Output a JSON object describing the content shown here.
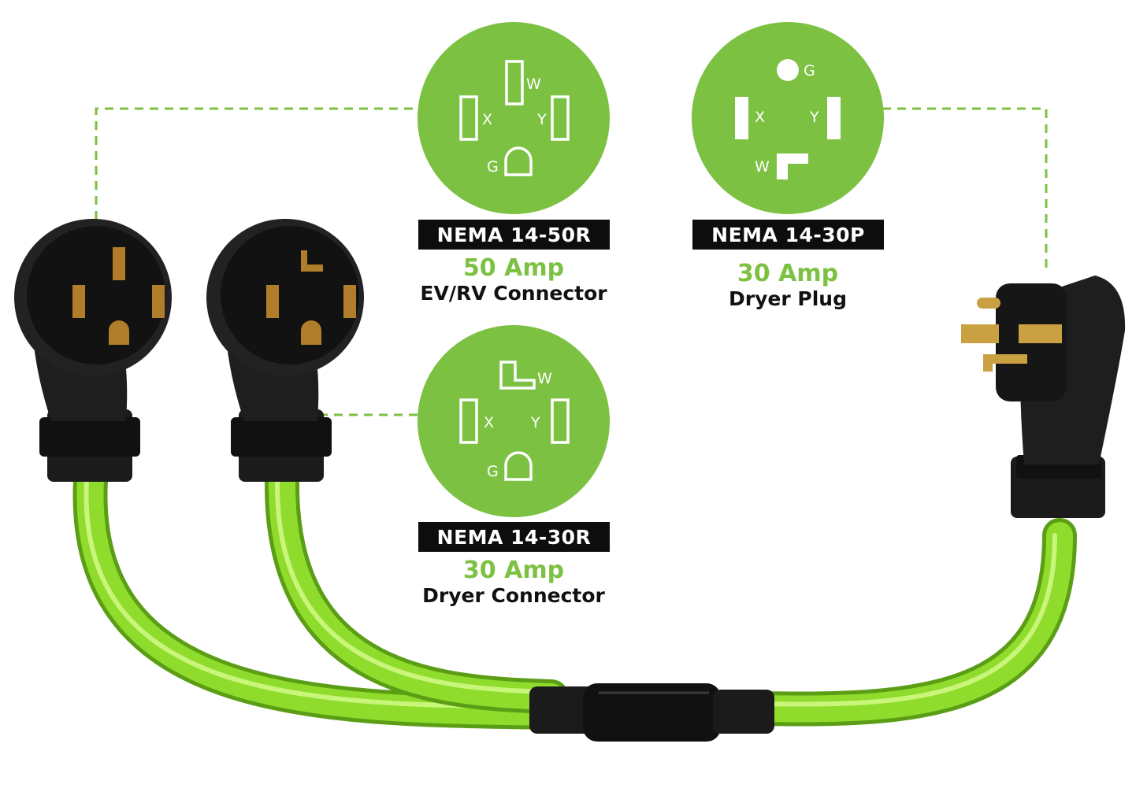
{
  "colors": {
    "accent_green": "#7cc142",
    "cable_green": "#8fdc2c",
    "badge_black": "#0d0d0d",
    "plug_black": "#1b1b1b",
    "brass": "#c9a143"
  },
  "connectors": [
    {
      "badge": "NEMA 14-50R",
      "amperage": "50 Amp",
      "description": "EV/RV Connector",
      "pins": {
        "w": "W",
        "x": "X",
        "y": "Y",
        "g": "G"
      }
    },
    {
      "badge": "NEMA 14-30R",
      "amperage": "30 Amp",
      "description": "Dryer Connector",
      "pins": {
        "w": "W",
        "x": "X",
        "y": "Y",
        "g": "G"
      }
    },
    {
      "badge": "NEMA 14-30P",
      "amperage": "30 Amp",
      "description": "Dryer Plug",
      "pins": {
        "w": "W",
        "x": "X",
        "y": "Y",
        "g": "G"
      }
    }
  ]
}
